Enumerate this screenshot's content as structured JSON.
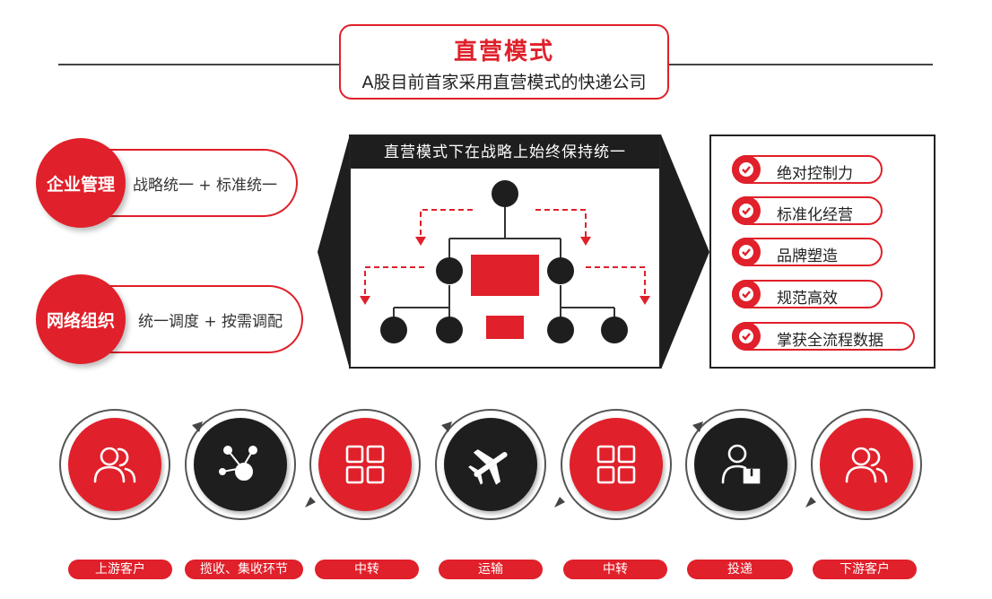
{
  "header": {
    "title": "直营模式",
    "subtitle": "A股目前首家采用直营模式的快递公司"
  },
  "left": {
    "items": [
      {
        "circle": "企业管理",
        "text": "战略统一 + 标准统一"
      },
      {
        "circle": "网络组织",
        "text": "统一调度 + 按需调配"
      }
    ]
  },
  "center": {
    "heading": "直营模式下在战略上始终保持统一"
  },
  "right": {
    "items": [
      "绝对控制力",
      "标准化经营",
      "品牌塑造",
      "规范高效",
      "掌获全流程数据"
    ]
  },
  "flow": {
    "steps": [
      {
        "label": "上游客户",
        "icon": "users-icon",
        "color": "red"
      },
      {
        "label": "揽收、集收环节",
        "icon": "network-icon",
        "color": "black"
      },
      {
        "label": "中转",
        "icon": "grid-icon",
        "color": "red"
      },
      {
        "label": "运输",
        "icon": "airplane-icon",
        "color": "black"
      },
      {
        "label": "中转",
        "icon": "grid-icon",
        "color": "red"
      },
      {
        "label": "投递",
        "icon": "courier-icon",
        "color": "black"
      },
      {
        "label": "下游客户",
        "icon": "users-icon",
        "color": "red"
      }
    ]
  },
  "colors": {
    "accent": "#e0202a",
    "dark": "#1e1e1e"
  }
}
